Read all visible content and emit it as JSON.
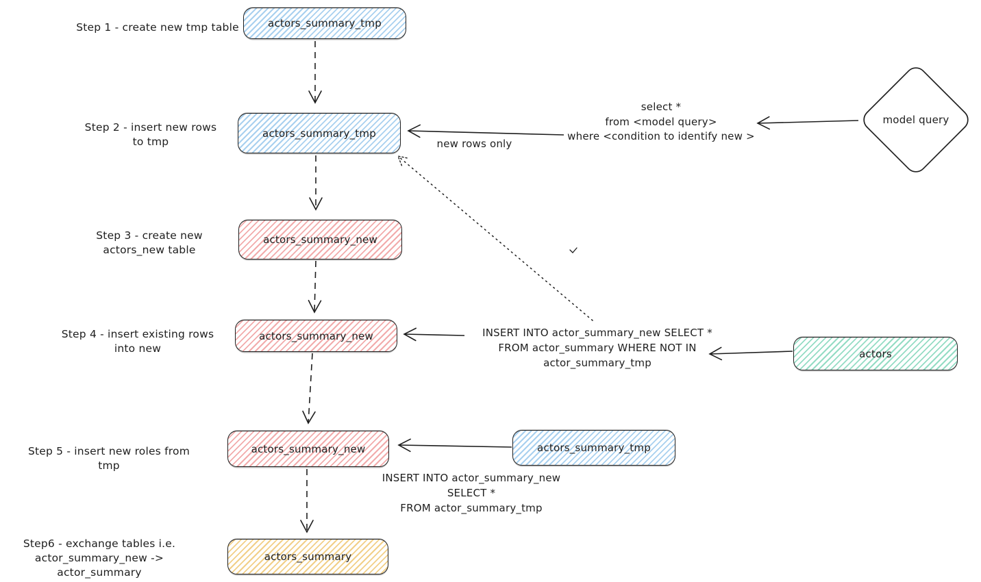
{
  "palette": {
    "blue": "#a8d0ef",
    "red": "#f2abab",
    "teal": "#94dcc4",
    "yellow": "#f2cf87",
    "stroke": "#1e1e1e",
    "background": "#ffffff"
  },
  "steps": [
    {
      "label": "Step 1 - create new tmp table",
      "node": "actors_summary_tmp",
      "color": "blue"
    },
    {
      "label": "Step 2 - insert new rows\nto tmp",
      "node": "actors_summary_tmp",
      "color": "blue"
    },
    {
      "label": "Step 3 - create new\nactors_new table",
      "node": "actors_summary_new",
      "color": "red"
    },
    {
      "label": "Step 4 - insert existing rows\ninto new",
      "node": "actors_summary_new",
      "color": "red"
    },
    {
      "label": "Step 5 - insert new roles from tmp",
      "node": "actors_summary_new",
      "color": "red"
    },
    {
      "label": "Step6 - exchange tables i.e.\nactor_summary_new -> actor_summary",
      "node": "actors_summary",
      "color": "yellow"
    }
  ],
  "annotations": {
    "model_query": "model query",
    "select_note": "select *\nfrom <model query>\nwhere <condition to identify new >",
    "new_rows_only": "new rows only",
    "step4_insert_note": "INSERT INTO actor_summary_new SELECT *\nFROM actor_summary WHERE NOT IN\nactor_summary_tmp",
    "actors_node": "actors",
    "step5_source_node": "actors_summary_tmp",
    "step5_insert_note": "INSERT INTO actor_summary_new\nSELECT *\nFROM actor_summary_tmp"
  }
}
